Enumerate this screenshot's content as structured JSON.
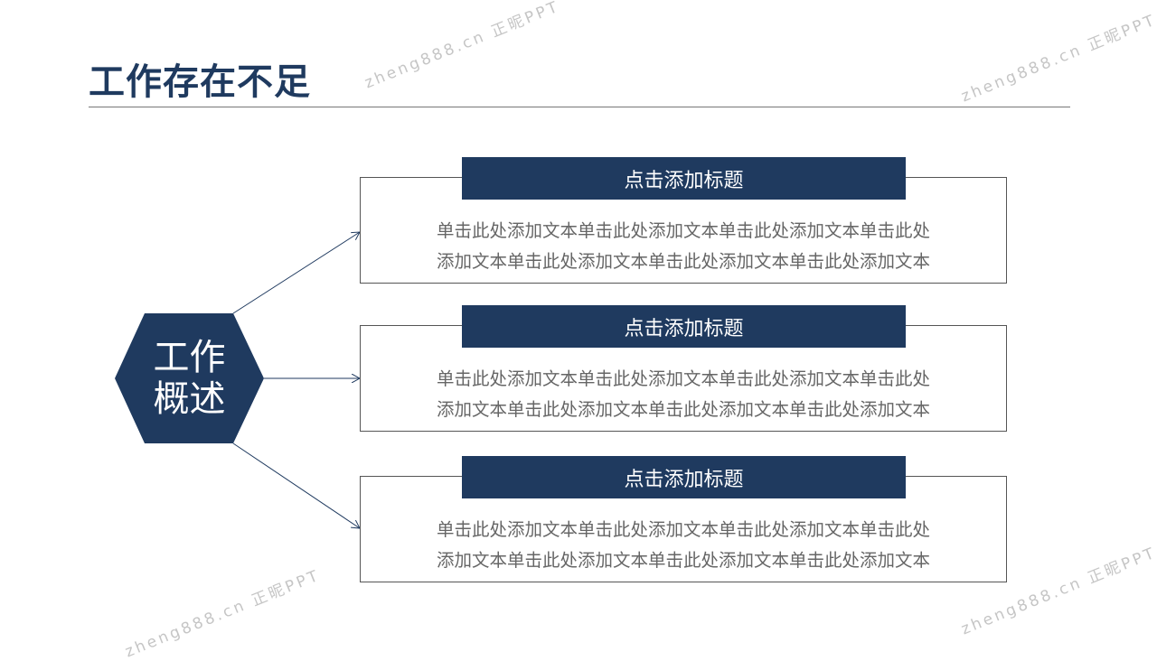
{
  "title": "工作存在不足",
  "hub": {
    "line1": "工作",
    "line2": "概述"
  },
  "items": [
    {
      "heading": "点击添加标题",
      "line1": "单击此处添加文本单击此处添加文本单击此处添加文本单击此处",
      "line2": "添加文本单击此处添加文本单击此处添加文本单击此处添加文本"
    },
    {
      "heading": "点击添加标题",
      "line1": "单击此处添加文本单击此处添加文本单击此处添加文本单击此处",
      "line2": "添加文本单击此处添加文本单击此处添加文本单击此处添加文本"
    },
    {
      "heading": "点击添加标题",
      "line1": "单击此处添加文本单击此处添加文本单击此处添加文本单击此处",
      "line2": "添加文本单击此处添加文本单击此处添加文本单击此处添加文本"
    }
  ],
  "watermark": "zheng888.cn 正昵PPT",
  "colors": {
    "primary": "#1f3a5f",
    "text": "#666666"
  }
}
